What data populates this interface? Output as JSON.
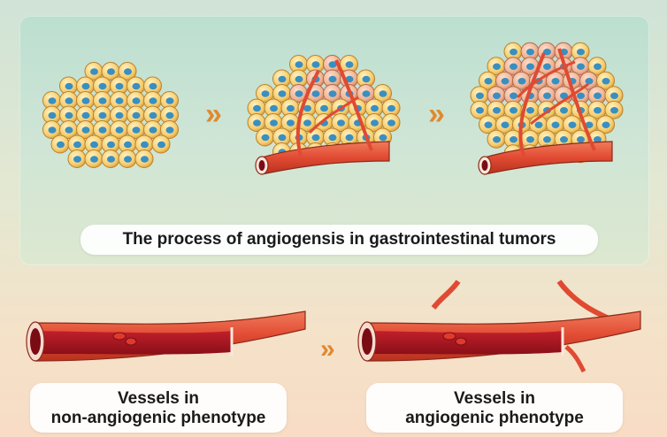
{
  "top_caption": "The process of angiogensis in gastrointestinal tumors",
  "left_caption": {
    "line1": "Vessels in",
    "line2": "non-angiogenic phenotype"
  },
  "right_caption": {
    "line1": "Vessels in",
    "line2": "angiogenic phenotype"
  },
  "arrow_glyph": "»",
  "colors": {
    "cell_fill": "#f5c869",
    "cell_outline": "#c88a2c",
    "nucleus": "#3a8fc1",
    "tumor_cell": "#f0b89a",
    "vessel_outer": "#e3523a",
    "vessel_inner": "#b01820",
    "arrow": "#e0892e"
  }
}
